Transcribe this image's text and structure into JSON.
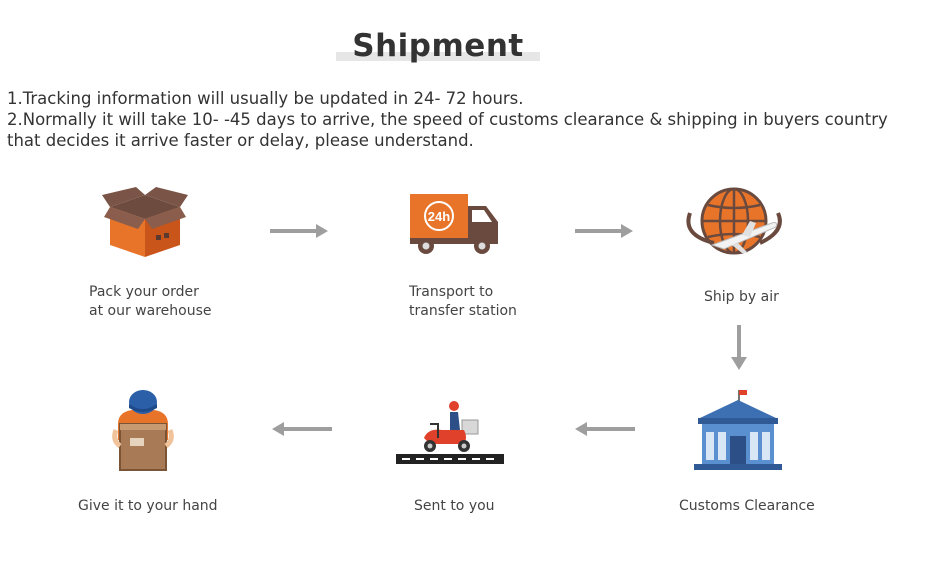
{
  "title": "Shipment",
  "notes": {
    "line1": "1.Tracking information will usually be updated in 24- 72 hours.",
    "line2": "2.Normally it will take 10- -45 days to arrive, the speed of customs clearance & shipping in buyers country that decides it arrive faster or delay, please understand."
  },
  "steps": [
    {
      "icon": "package-box-icon",
      "line1": "Pack your order",
      "line2": "at our warehouse"
    },
    {
      "icon": "delivery-truck-24h-icon",
      "line1": "Transport to",
      "line2": "transfer station"
    },
    {
      "icon": "globe-airplane-icon",
      "line1": "Ship by air"
    },
    {
      "icon": "customs-building-icon",
      "line1": "Customs Clearance"
    },
    {
      "icon": "delivery-scooter-icon",
      "line1": "Sent to you"
    },
    {
      "icon": "courier-with-package-icon",
      "line1": "Give it to your hand"
    }
  ],
  "truck_badge": "24h",
  "colors": {
    "accent": "#e8742a",
    "arrow": "#9e9e9e",
    "text": "#333333"
  }
}
